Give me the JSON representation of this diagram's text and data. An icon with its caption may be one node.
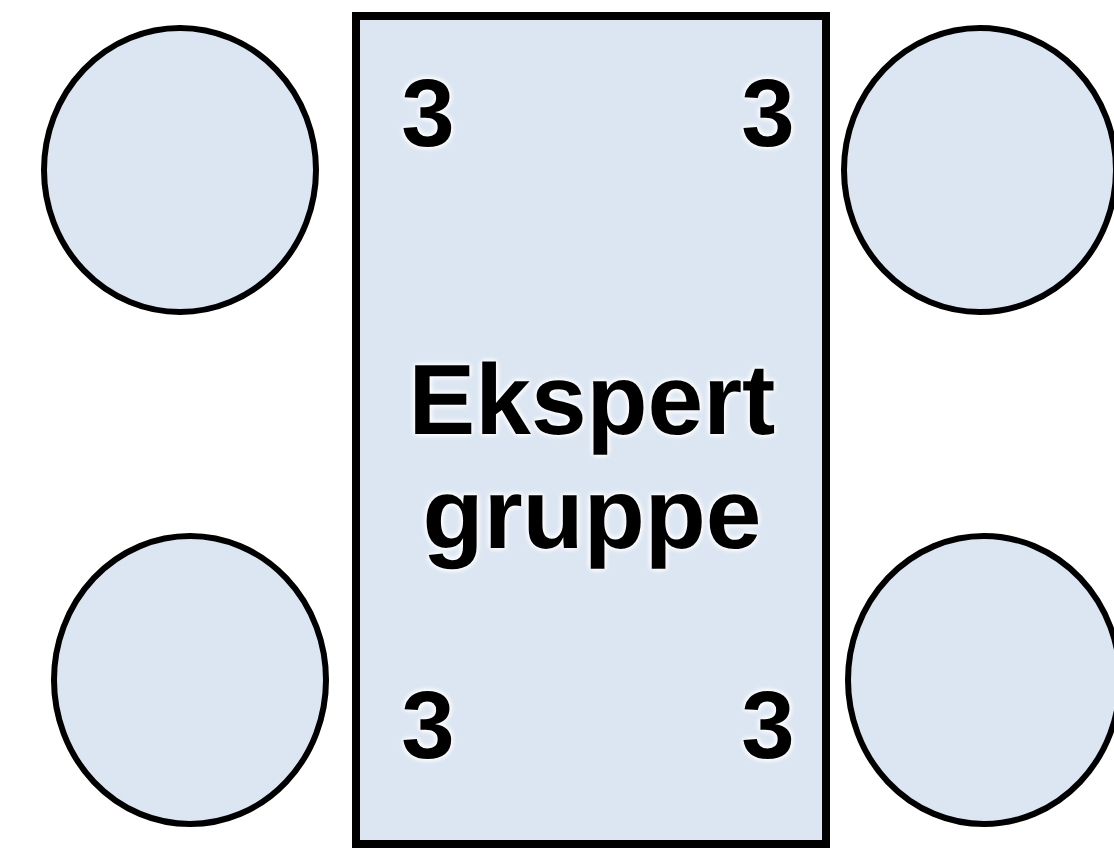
{
  "diagram": {
    "nodes": [
      {
        "text": [
          "3",
          "3",
          "Ekspert gruppe",
          "3",
          "3"
        ]
      },
      {
        "text": [],
        "shape": "circle"
      },
      {
        "text": [],
        "shape": "circle"
      },
      {
        "text": [],
        "shape": "circle"
      },
      {
        "text": [],
        "shape": "circle"
      }
    ]
  }
}
